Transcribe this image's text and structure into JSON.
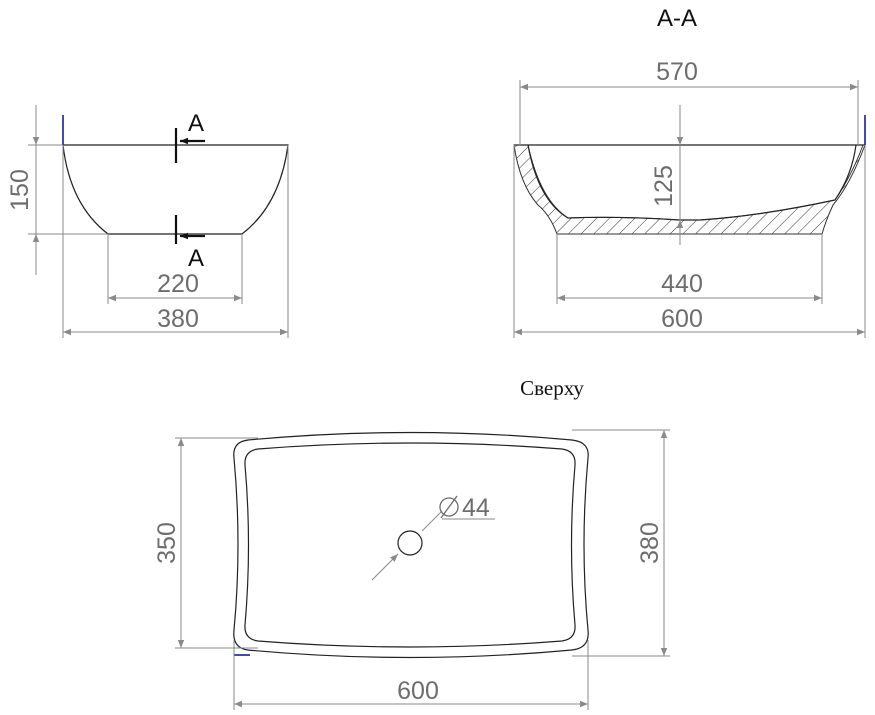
{
  "section_label": "A-A",
  "cut_marker_label": "A",
  "top_view_label": "Сверху",
  "side_view": {
    "height": "150",
    "base_width": "220",
    "top_width": "380"
  },
  "section_view": {
    "inner_width": "570",
    "depth": "125",
    "base_width": "440",
    "outer_width": "600"
  },
  "top_view": {
    "inner_depth": "350",
    "outer_depth": "380",
    "drain_diameter": "44",
    "outer_length": "600"
  }
}
